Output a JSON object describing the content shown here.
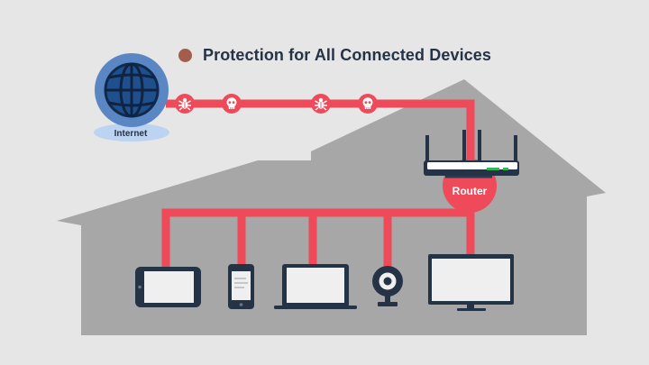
{
  "title": "Protection for All Connected Devices",
  "labels": {
    "internet": "Internet",
    "router": "Router"
  },
  "threat_icons": [
    "bug-icon",
    "skull-icon",
    "bug-icon",
    "skull-icon"
  ],
  "devices": [
    "tablet",
    "smartphone",
    "laptop",
    "webcam",
    "desktop-monitor"
  ],
  "colors": {
    "background": "#e6e6e6",
    "house": "#a7a7a7",
    "cable": "#ee4a5a",
    "navy": "#253347",
    "globe_ring": "#5b86c4",
    "globe_fill": "#1f4f8d",
    "internet_label_bg": "#bcd3f1",
    "title_dot": "#a35d4e",
    "router_body": "#ffffff",
    "router_led": "#3ab25a"
  }
}
